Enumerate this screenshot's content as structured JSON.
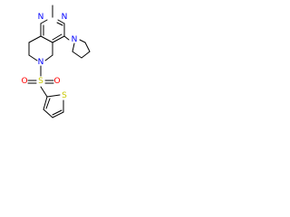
{
  "structure": {
    "atoms": {
      "n_upper": "N",
      "n_lower": "N",
      "n_pyrrolidine": "N",
      "n_ring": "N",
      "s_sulfonyl": "S",
      "o_left": "O",
      "o_right": "O",
      "s_thiophene": "S"
    }
  },
  "colors": {
    "bond": "#000000",
    "nitrogen": "#0000ff",
    "sulfur": "#c8c800",
    "oxygen": "#ff0000"
  }
}
